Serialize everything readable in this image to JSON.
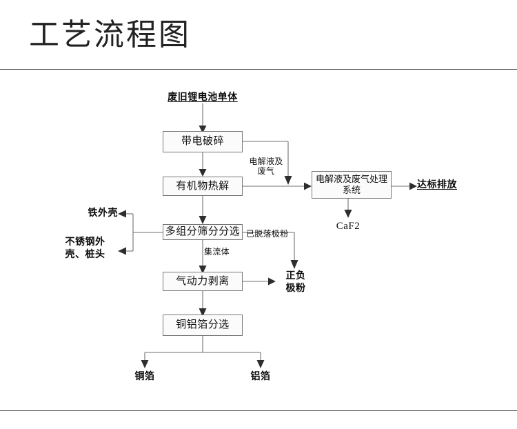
{
  "header": {
    "title": "工艺流程图"
  },
  "diagram": {
    "type": "process-flow-diagram",
    "start_node": {
      "label": "废旧锂电池单体",
      "style": "bold-underline"
    },
    "process_boxes": [
      {
        "id": "crush",
        "label": "带电破碎"
      },
      {
        "id": "pyrolysis",
        "label": "有机物热解"
      },
      {
        "id": "sorting",
        "label": "多组分筛分分选"
      },
      {
        "id": "pneumatic",
        "label": "气动力剥离"
      },
      {
        "id": "foil-sort",
        "label": "铜铝箔分选"
      },
      {
        "id": "treatment",
        "label": "电解液及废气处理\n系统"
      }
    ],
    "outputs": [
      {
        "id": "iron-shell",
        "label": "铁外壳",
        "style": "bold"
      },
      {
        "id": "steel-shell",
        "label": "不锈钢外\n壳、桩头",
        "style": "bold"
      },
      {
        "id": "electrode-powder",
        "label": "正负\n极粉",
        "style": "bold"
      },
      {
        "id": "copper-foil",
        "label": "铜箔",
        "style": "bold"
      },
      {
        "id": "aluminum-foil",
        "label": "铝箔",
        "style": "bold"
      },
      {
        "id": "emission",
        "label": "达标排放",
        "style": "bold-underline"
      },
      {
        "id": "caf2",
        "label": "CaF2",
        "style": "formula"
      }
    ],
    "edge_labels": [
      {
        "id": "electrolyte-gas",
        "label": "电解液及\n废气"
      },
      {
        "id": "detached-powder",
        "label": "已脱落极粉"
      },
      {
        "id": "current-collector",
        "label": "集流体"
      }
    ],
    "colors": {
      "line": "#6f6f6f",
      "box_border": "#777777",
      "box_fill": "#fbfbfb",
      "text": "#111111",
      "divider": "#4a4a4a"
    }
  }
}
